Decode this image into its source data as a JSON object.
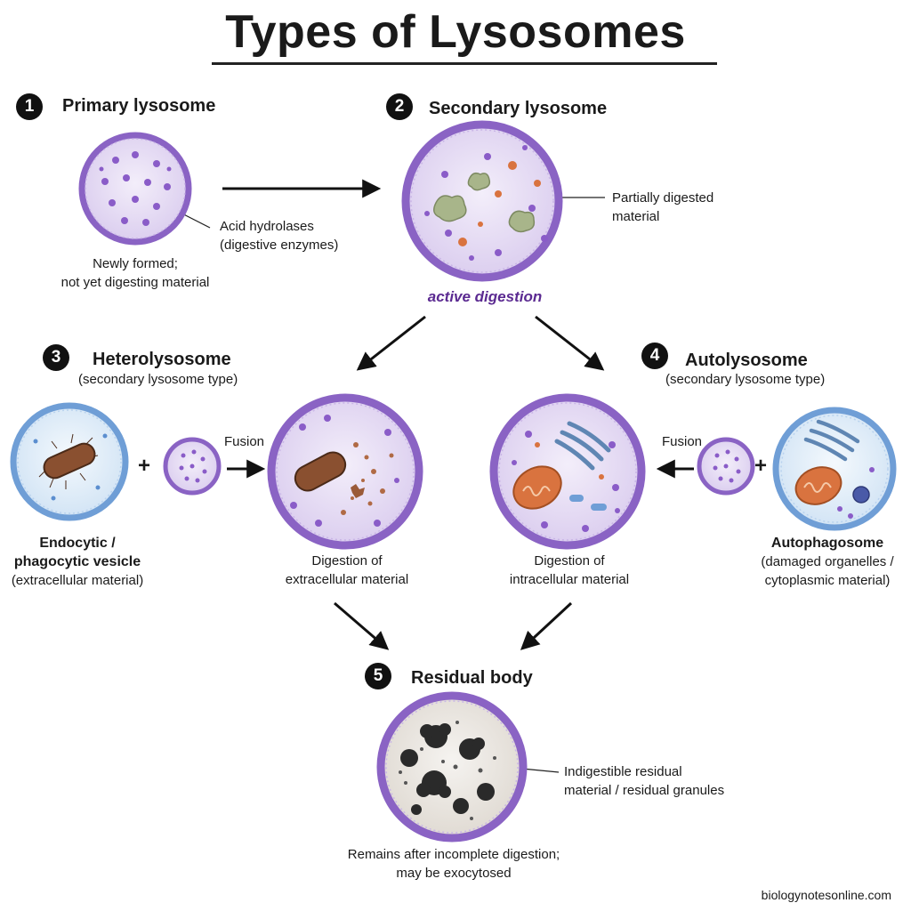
{
  "title": "Types of Lysosomes",
  "stages": {
    "primary": {
      "number": "1",
      "name": "Primary lysosome",
      "caption_line1": "Newly formed;",
      "caption_line2": "not yet digesting material",
      "enzyme_label_line1": "Acid hydrolases",
      "enzyme_label_line2": "(digestive enzymes)"
    },
    "secondary": {
      "number": "2",
      "name": "Secondary lysosome",
      "material_label_line1": "Partially digested",
      "material_label_line2": "material",
      "state": "active digestion"
    },
    "heterolysosome": {
      "number": "3",
      "name": "Heterolysosome",
      "subtype": "(secondary lysosome type)",
      "fusion_label": "Fusion",
      "vesicle_line1": "Endocytic /",
      "vesicle_line2": "phagocytic vesicle",
      "vesicle_line3": "(extracellular material)",
      "digestion_line1": "Digestion of",
      "digestion_line2": "extracellular material"
    },
    "autolysosome": {
      "number": "4",
      "name": "Autolysosome",
      "subtype": "(secondary lysosome type)",
      "fusion_label": "Fusion",
      "autophagosome_line1": "Autophagosome",
      "autophagosome_line2": "(damaged organelles /",
      "autophagosome_line3": "cytoplasmic material)",
      "digestion_line1": "Digestion of",
      "digestion_line2": "intracellular material"
    },
    "residual": {
      "number": "5",
      "name": "Residual body",
      "material_label_line1": "Indigestible residual",
      "material_label_line2": "material / residual granules",
      "caption_line1": "Remains after incomplete digestion;",
      "caption_line2": "may be exocytosed"
    }
  },
  "plus_sign": "+",
  "credit": "biologynotesonline.com",
  "colors": {
    "membrane": "#8a63c4",
    "lumen": "#e6dcf2",
    "vesicle_membrane": "#6f9ed6",
    "vesicle_lumen": "#e4f0fa",
    "enzyme_dot": "#8a5cc8",
    "residue": "#2a2a2a",
    "bacterium": "#8a5030",
    "mitochondrion": "#d9733f",
    "golgi": "#5f86b3"
  }
}
